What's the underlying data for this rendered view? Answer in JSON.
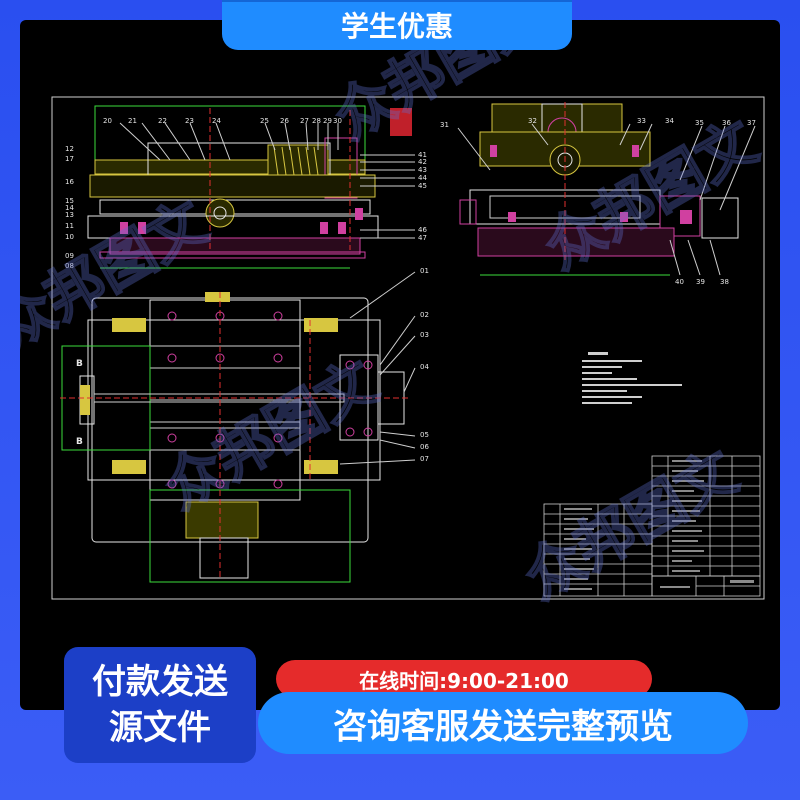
{
  "banner": {
    "top_label": "学生优惠"
  },
  "badge": {
    "line1": "付款发送",
    "line2": "源文件"
  },
  "hours": {
    "text": "在线时间:9:00-21:00"
  },
  "cta": {
    "text": "咨询客服发送完整预览"
  },
  "watermark": {
    "text": "众邦图文"
  },
  "drawing": {
    "part_numbers_top_left": [
      "20",
      "21",
      "22",
      "23",
      "24",
      "25",
      "26",
      "27",
      "28",
      "29",
      "30"
    ],
    "part_numbers_left": [
      "12",
      "17",
      "16",
      "15",
      "14",
      "13",
      "11",
      "10",
      "09",
      "08"
    ],
    "part_numbers_right_of_front": [
      "41",
      "42",
      "43",
      "44",
      "45",
      "46",
      "47"
    ],
    "part_numbers_side_view": [
      "31",
      "32",
      "33",
      "34",
      "35",
      "36",
      "37"
    ],
    "part_numbers_side_bottom": [
      "40",
      "39",
      "38"
    ],
    "part_numbers_plan": [
      "01",
      "02",
      "03",
      "04",
      "05",
      "06",
      "07"
    ],
    "section_labels": [
      "B",
      "B"
    ]
  },
  "colors": {
    "accent_blue": "#1f8cff",
    "badge_blue": "#1c3fc7",
    "hours_red": "#e52b2b",
    "cad_yellow": "#d7c640",
    "cad_magenta": "#d040a0",
    "cad_green": "#3bdc3b",
    "cad_white": "#e6e6e6"
  }
}
